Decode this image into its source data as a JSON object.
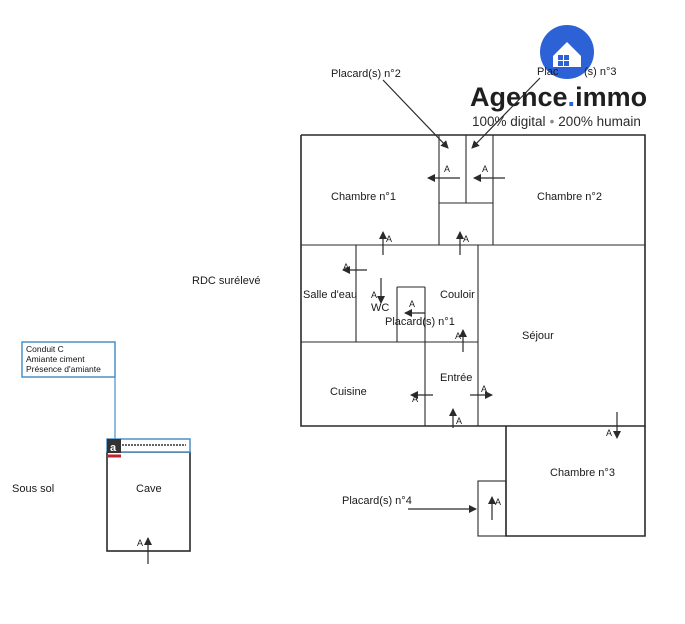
{
  "logo": {
    "brand_left": "Agence",
    "brand_dot": ".",
    "brand_right": "immo",
    "tagline_left": "100% digital",
    "tagline_sep": "•",
    "tagline_right": "200% humain",
    "brand_color": "#2d62d6"
  },
  "levels": {
    "rdc": "RDC surélevé",
    "sous_sol": "Sous sol"
  },
  "rooms": {
    "chambre1": "Chambre n°1",
    "chambre2": "Chambre n°2",
    "chambre3": "Chambre n°3",
    "salle_eau": "Salle d'eau",
    "wc": "WC",
    "couloir": "Couloir",
    "sejour": "Séjour",
    "cuisine": "Cuisine",
    "entree": "Entrée",
    "cave": "Cave"
  },
  "placards": {
    "p1": "Placard(s) n°1",
    "p2": "Placard(s) n°2",
    "p3_left": "Plac",
    "p3_right": "(s) n°3",
    "p4": "Placard(s) n°4"
  },
  "marker": "A",
  "callout": {
    "line1": "Conduit C",
    "line2": "Amiante ciment",
    "line3": "Présence d'amiante",
    "badge": "a",
    "border_color": "#4a90c8"
  }
}
